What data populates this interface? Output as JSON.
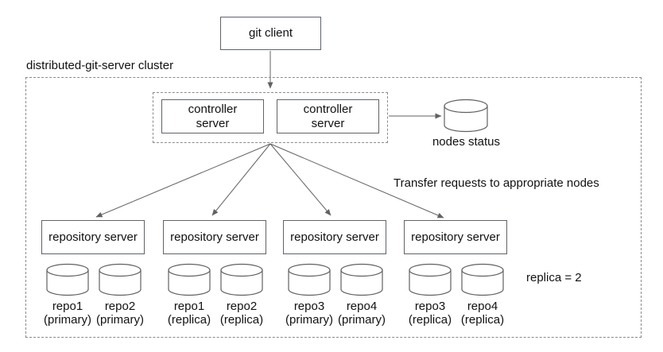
{
  "theme": {
    "line_color": "#616161",
    "box_border_color": "#5f6368",
    "dashed_border_color": "#8a8a8a",
    "text_color": "#111111",
    "background": "#ffffff"
  },
  "client": {
    "label": "git client"
  },
  "cluster": {
    "label": "distributed-git-server cluster"
  },
  "controllers": [
    {
      "label": "controller server"
    },
    {
      "label": "controller server"
    }
  ],
  "nodes_status": {
    "label": "nodes status",
    "icon": "database-cylinder"
  },
  "annotations": {
    "transfer": "Transfer requests to appropriate nodes",
    "replica": "replica = 2"
  },
  "repo_groups": [
    {
      "server_label": "repository server",
      "repos": [
        {
          "name": "repo1",
          "role": "(primary)"
        },
        {
          "name": "repo2",
          "role": "(primary)"
        }
      ]
    },
    {
      "server_label": "repository server",
      "repos": [
        {
          "name": "repo1",
          "role": "(replica)"
        },
        {
          "name": "repo2",
          "role": "(replica)"
        }
      ]
    },
    {
      "server_label": "repository server",
      "repos": [
        {
          "name": "repo3",
          "role": "(primary)"
        },
        {
          "name": "repo4",
          "role": "(primary)"
        }
      ]
    },
    {
      "server_label": "repository server",
      "repos": [
        {
          "name": "repo3",
          "role": "(replica)"
        },
        {
          "name": "repo4",
          "role": "(replica)"
        }
      ]
    }
  ]
}
